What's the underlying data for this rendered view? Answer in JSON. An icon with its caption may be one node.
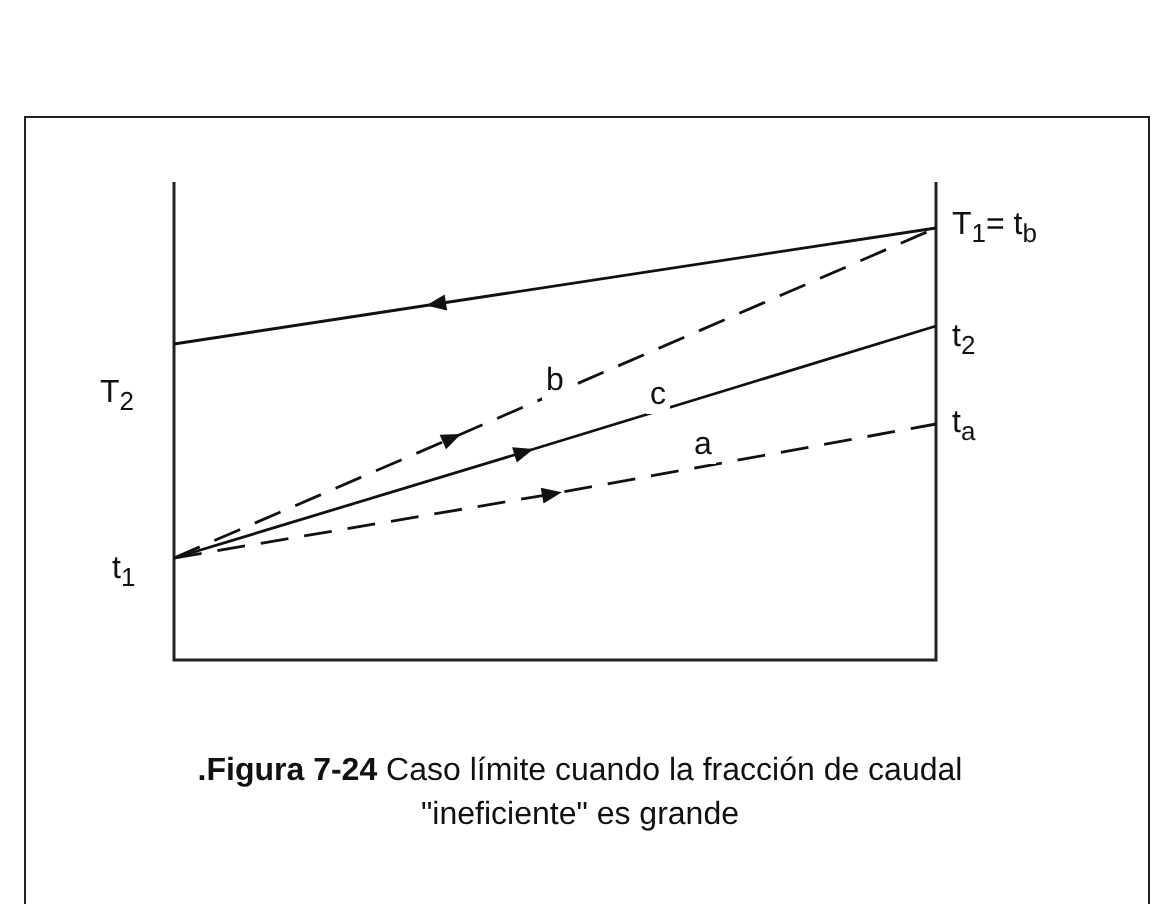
{
  "diagram": {
    "caption": "**.Figura 7-24** Caso límite cuando la fracción de caudal \"ineficiente\" es grande",
    "labels": [
      "T$_{1}$= t$_{b}$",
      "T$_{2}$",
      "t$_{2}$",
      "b",
      "c",
      "t$_{a}$",
      "a",
      "t$_{1}$"
    ]
  }
}
